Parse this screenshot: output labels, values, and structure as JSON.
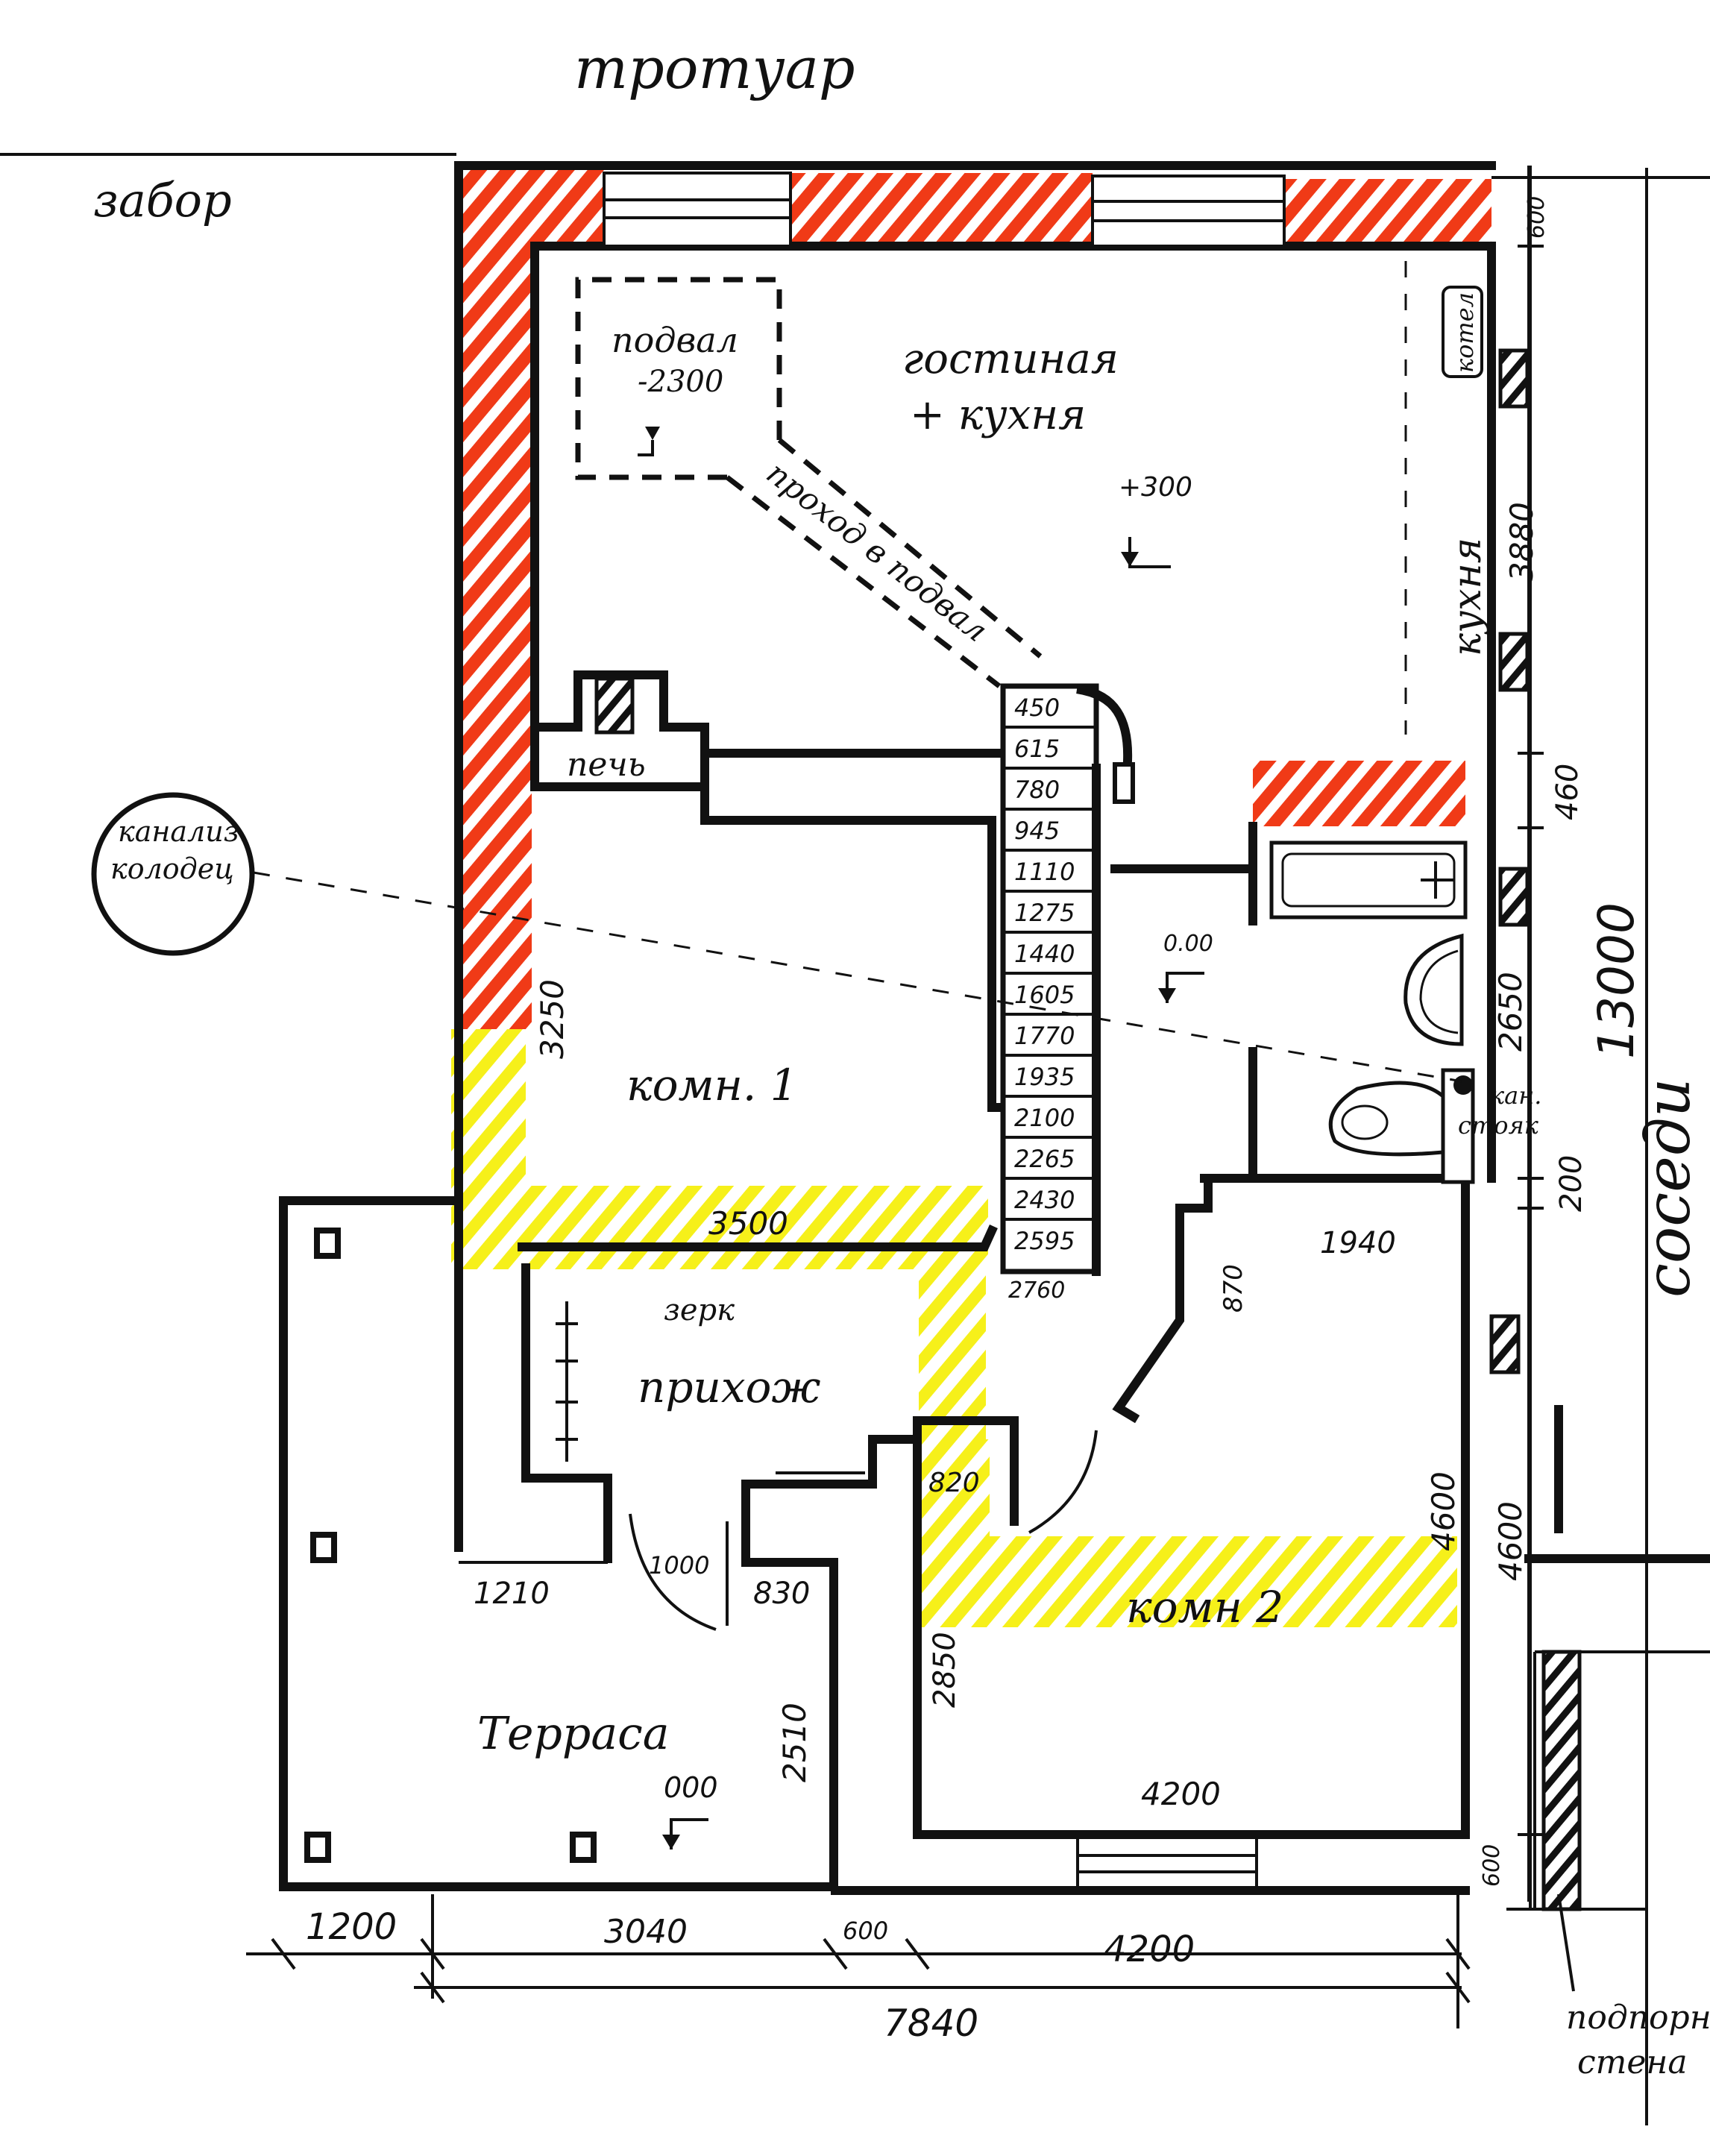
{
  "labels": {
    "sidewalk": "тротуар",
    "fence": "забор",
    "neighbors": "соседи",
    "living": "гостиная",
    "living_plus": "+ кухня",
    "kitchen": "кухня",
    "boiler": "котел",
    "cellar": "подвал",
    "cellar_level": "-2300",
    "cellar_passage": "проход в подвал",
    "stove": "печь",
    "sewer_1": "канализ.",
    "sewer_2": "колодец",
    "room1": "комн. 1",
    "room2": "комн 2",
    "hall": "прихож",
    "mirror": "зерк",
    "terrace": "Терраса",
    "riser_1": "кан.",
    "riser_2": "стояк",
    "retaining_1": "подпорн.",
    "retaining_2": "стена"
  },
  "levels": {
    "living": "+300",
    "hall": "0.00",
    "terrace": "000"
  },
  "stair_marks": [
    "450",
    "615",
    "780",
    "945",
    "1110",
    "1275",
    "1440",
    "1605",
    "1770",
    "1935",
    "2100",
    "2265",
    "2430",
    "2595",
    "2760"
  ],
  "dimensions": {
    "top_wall": "600",
    "kitchen_depth": "3880",
    "partition": "460",
    "bath": "2650",
    "overall_depth": "13000",
    "gap": "200",
    "room2_side": "4600",
    "room2_inner": "4600",
    "bottom_wall": "600",
    "room1_depth": "3250",
    "room1_width": "3500",
    "stair_landing": "870",
    "room2_top": "1940",
    "door_hall": "820",
    "room2_lower": "2850",
    "room2_width": "4200",
    "terrace_left": "1210",
    "door": "1000",
    "terrace_right": "830",
    "terrace_depth": "2510",
    "bottom_1": "1200",
    "bottom_2": "3040",
    "bottom_3": "600",
    "bottom_4": "4200",
    "overall_width": "7840"
  },
  "colors": {
    "ink": "#111111",
    "brick_hatch": "#f03a17",
    "planned_wall": "#f6f01a"
  },
  "icons": [
    "column-icon",
    "bathtub-icon",
    "sink-icon",
    "toilet-icon",
    "riser-icon",
    "level-marker-icon"
  ]
}
